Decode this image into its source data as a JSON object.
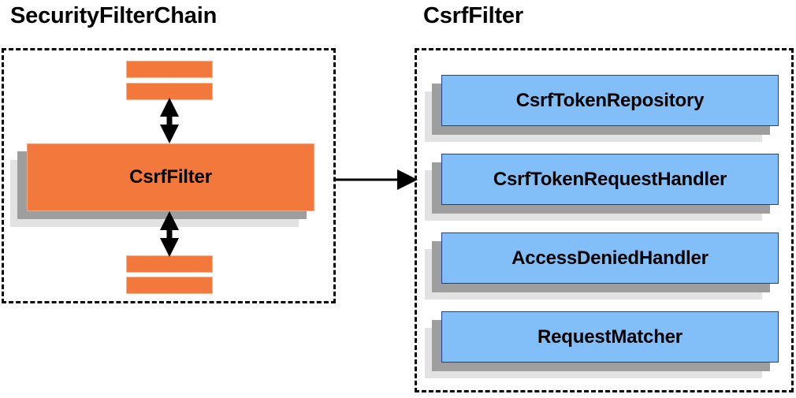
{
  "diagram": {
    "title_left": "SecurityFilterChain",
    "title_right": "CsrfFilter",
    "colors": {
      "orange_fill": "#f2783c",
      "orange_border": "#f7a681",
      "blue_fill": "#82bef7",
      "blue_border": "#1f3f9e",
      "shadow_near": "#9e9e9e",
      "shadow_far": "#e2e2e2",
      "stroke": "#000000",
      "background": "#ffffff"
    },
    "left_panel": {
      "title": "SecurityFilterChain",
      "filter_card": {
        "label": "CsrfFilter"
      },
      "top_bars": [
        "",
        ""
      ],
      "bottom_bars": [
        "",
        ""
      ],
      "connectors": [
        {
          "name": "bidirectional-arrow-top",
          "direction": "both"
        },
        {
          "name": "bidirectional-arrow-bottom",
          "direction": "both"
        }
      ]
    },
    "right_panel": {
      "title": "CsrfFilter",
      "components": [
        {
          "label": "CsrfTokenRepository"
        },
        {
          "label": "CsrfTokenRequestHandler"
        },
        {
          "label": "AccessDeniedHandler"
        },
        {
          "label": "RequestMatcher"
        }
      ]
    },
    "cross_panel_connector": {
      "name": "csrf-filter-expands-to-arrow",
      "direction": "right"
    }
  }
}
